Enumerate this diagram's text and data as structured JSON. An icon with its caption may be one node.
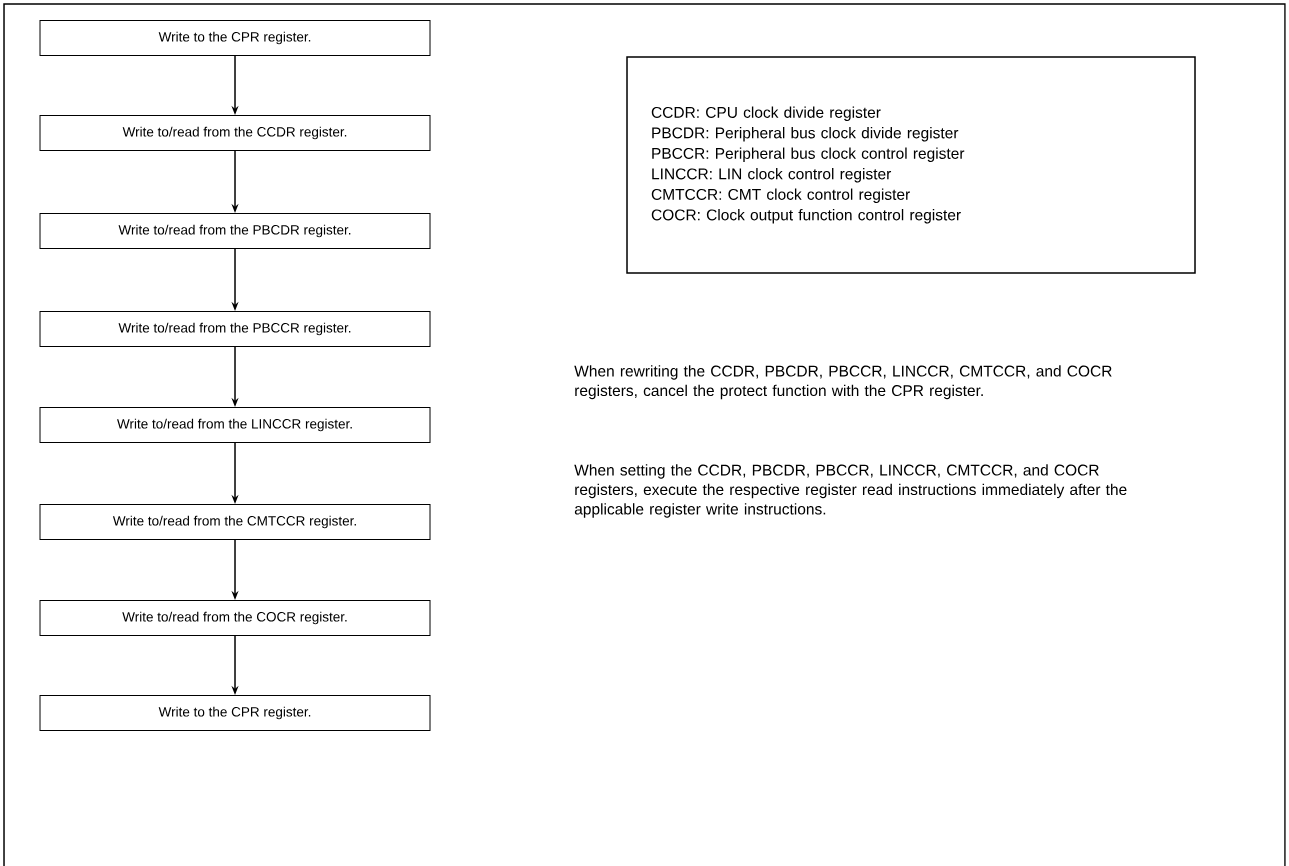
{
  "diagram": {
    "nodes": [
      {
        "text": [
          "Write to the CPR register."
        ]
      },
      {
        "text": [
          "Write to/read from the CCDR register."
        ]
      },
      {
        "text": [
          "Write to/read from the PBCDR register."
        ]
      },
      {
        "text": [
          "Write to/read from the PBCCR register."
        ]
      },
      {
        "text": [
          "Write to/read from the LINCCR register."
        ]
      },
      {
        "text": [
          "Write to/read from the CMTCCR register."
        ]
      },
      {
        "text": [
          "Write to/read from the COCR register."
        ]
      },
      {
        "text": [
          "Write to the CPR register."
        ]
      },
      {
        "text": [
          "CCDR: CPU clock divide register",
          "PBCDR: Peripheral bus clock divide register",
          "PBCCR: Peripheral bus clock control register",
          "LINCCR: LIN clock control register",
          "CMTCCR: CMT clock control register",
          "COCR: Clock output function control register"
        ]
      }
    ],
    "edges": [
      {
        "from": 0,
        "to": 1,
        "arrow": "to"
      },
      {
        "from": 1,
        "to": 2,
        "arrow": "to"
      },
      {
        "from": 2,
        "to": 3,
        "arrow": "to"
      },
      {
        "from": 3,
        "to": 4,
        "arrow": "to"
      },
      {
        "from": 4,
        "to": 5,
        "arrow": "to"
      },
      {
        "from": 5,
        "to": 6,
        "arrow": "to"
      },
      {
        "from": 6,
        "to": 7,
        "arrow": "to"
      }
    ],
    "labels": [
      "When rewriting the CCDR, PBCDR, PBCCR, LINCCR, CMTCCR, and COCR registers, cancel the protect function with the CPR register.",
      "When setting the CCDR, PBCDR, PBCCR, LINCCR, CMTCCR, and COCR registers, execute the respective register read instructions immediately after the applicable register write instructions."
    ]
  }
}
